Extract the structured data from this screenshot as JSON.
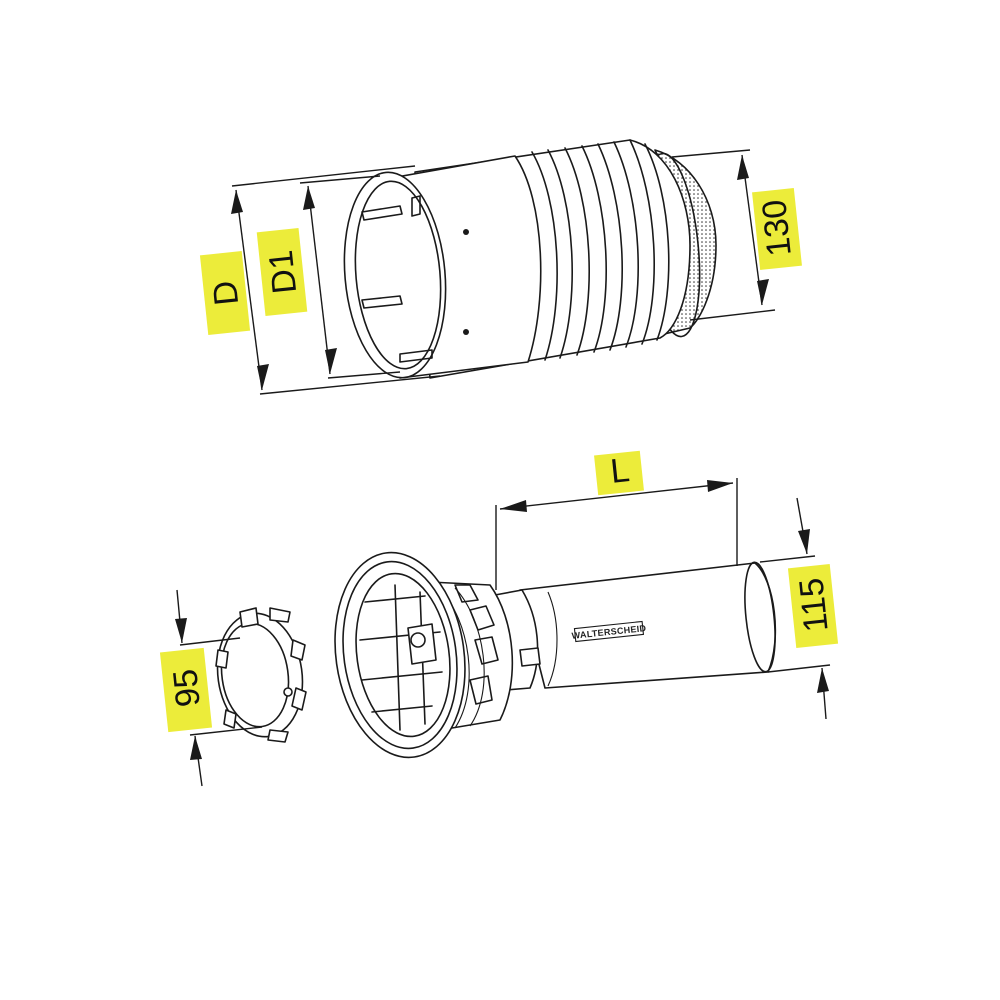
{
  "dimensions": {
    "d_label": "D",
    "d1_label": "D1",
    "outlet_diameter": "130",
    "length_label": "L",
    "tube_diameter": "115",
    "ring_diameter": "95"
  },
  "brand": {
    "text": "WALTERSCHEID"
  },
  "colors": {
    "label_highlight": "#ecec3a",
    "line": "#1a1a1a",
    "background": "#ffffff"
  }
}
